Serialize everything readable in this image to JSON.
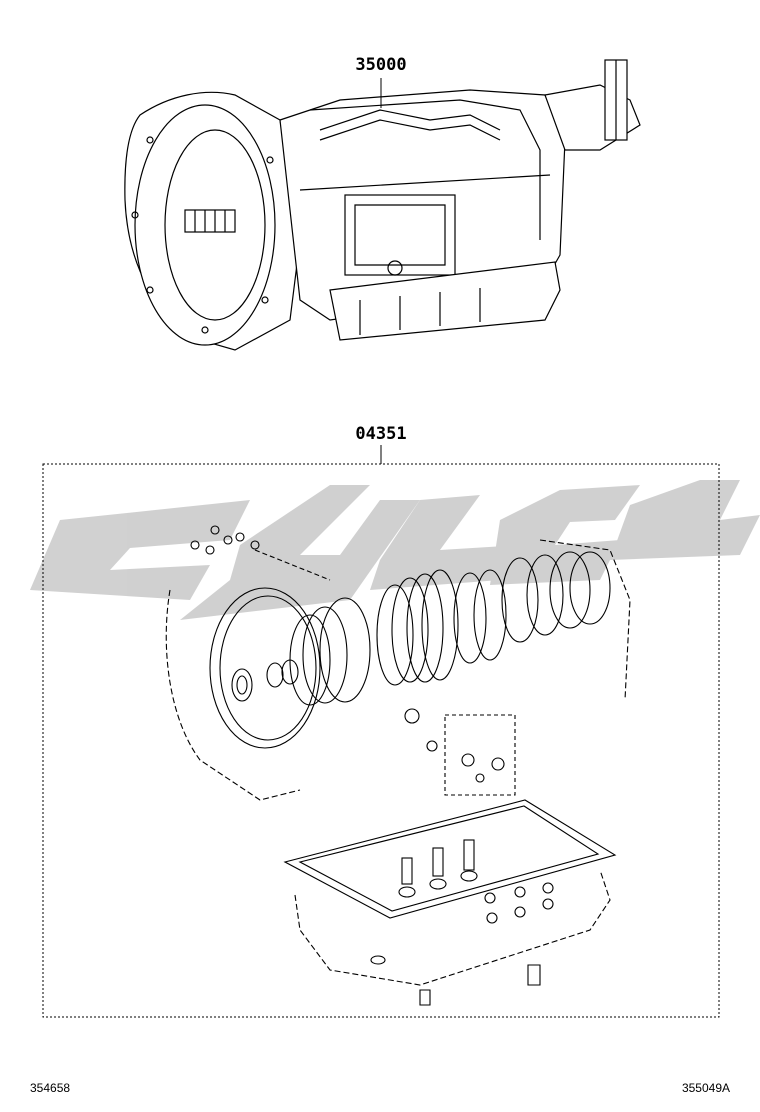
{
  "diagram": {
    "part_callouts": [
      {
        "id": "transmission-assembly",
        "label": "35000"
      },
      {
        "id": "overhaul-gasket-kit",
        "label": "04351"
      }
    ],
    "footer": {
      "left_reference": "354658",
      "right_reference": "355049A"
    },
    "colors": {
      "line": "#000000",
      "watermark": "#cccccc",
      "background": "#ffffff"
    }
  }
}
